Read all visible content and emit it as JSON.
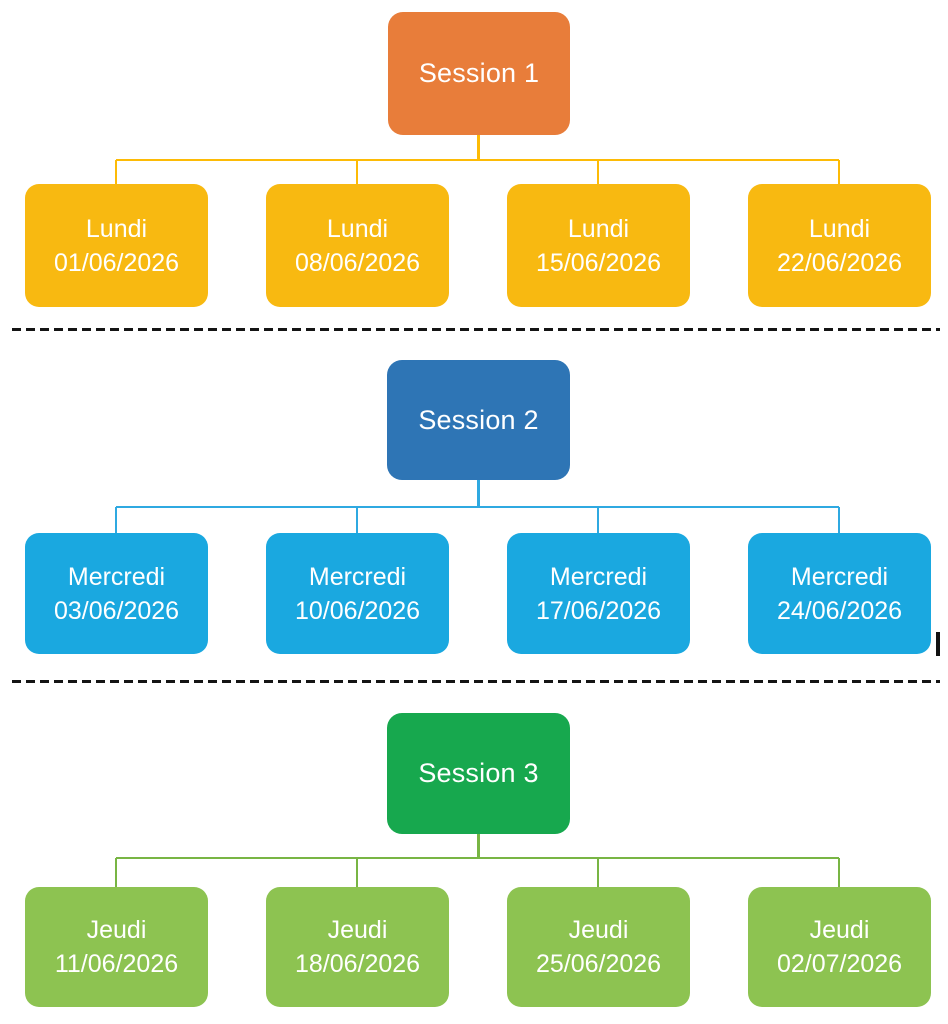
{
  "diagram": {
    "background": "#FFFFFF",
    "text_color": "#FFFFFF",
    "separator_color": "#141414",
    "sections": [
      {
        "parent": {
          "label": "Session 1"
        },
        "colors": {
          "parent": "#E87D3A",
          "child": "#F8B911",
          "connector": "#FDBB06"
        },
        "children": [
          {
            "day": "Lundi",
            "date": "01/06/2026"
          },
          {
            "day": "Lundi",
            "date": "08/06/2026"
          },
          {
            "day": "Lundi",
            "date": "15/06/2026"
          },
          {
            "day": "Lundi",
            "date": "22/06/2026"
          }
        ]
      },
      {
        "parent": {
          "label": "Session 2"
        },
        "colors": {
          "parent": "#2E75B5",
          "child": "#1AA8E0",
          "connector": "#2FA9E1"
        },
        "children": [
          {
            "day": "Mercredi",
            "date": "03/06/2026"
          },
          {
            "day": "Mercredi",
            "date": "10/06/2026"
          },
          {
            "day": "Mercredi",
            "date": "17/06/2026"
          },
          {
            "day": "Mercredi",
            "date": "24/06/2026"
          }
        ]
      },
      {
        "parent": {
          "label": "Session 3"
        },
        "colors": {
          "parent": "#17A84E",
          "child": "#8DC351",
          "connector": "#78B544"
        },
        "children": [
          {
            "day": "Jeudi",
            "date": "11/06/2026"
          },
          {
            "day": "Jeudi",
            "date": "18/06/2026"
          },
          {
            "day": "Jeudi",
            "date": "25/06/2026"
          },
          {
            "day": "Jeudi",
            "date": "02/07/2026"
          }
        ]
      }
    ]
  }
}
